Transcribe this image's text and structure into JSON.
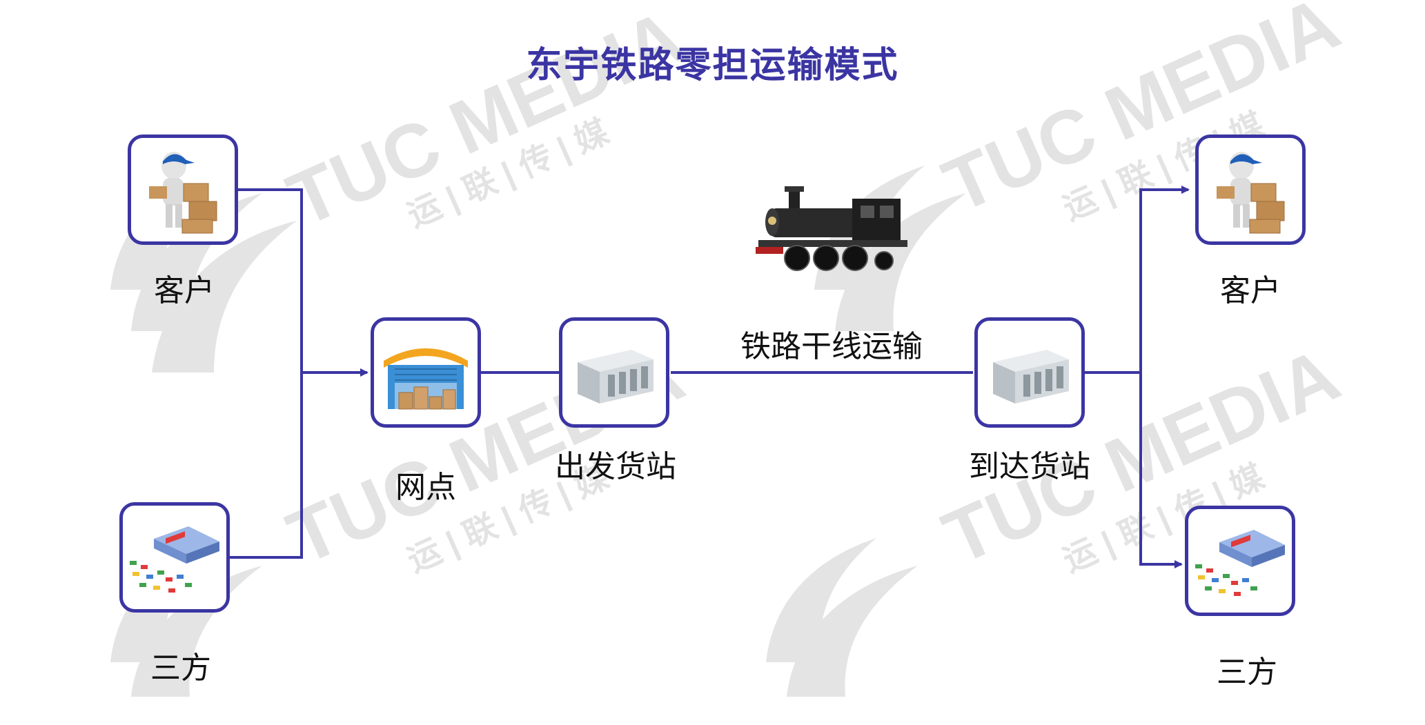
{
  "title": "东宇铁路零担运输模式",
  "watermark": {
    "brand": "TUC MEDIA",
    "sub": "运 | 联 | 传 | 媒"
  },
  "nodes": {
    "customer_left": "客户",
    "third_party_left": "三方",
    "outlet": "网点",
    "departure_station": "出发货站",
    "arrival_station": "到达货站",
    "customer_right": "客户",
    "third_party_right": "三方"
  },
  "trunk_label": "铁路干线运输",
  "colors": {
    "accent": "#3b35a3",
    "watermark": "#cfcfcf"
  }
}
